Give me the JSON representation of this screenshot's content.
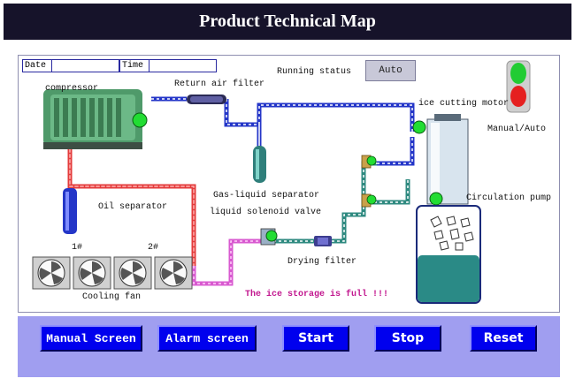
{
  "header": {
    "title": "Product Technical Map"
  },
  "panel": {
    "date_label": "Date",
    "time_label": "Time",
    "running_status_label": "Running status",
    "mode_button": "Auto",
    "manual_auto_label": "Manual/Auto",
    "warning": "The ice storage is full !!!"
  },
  "components": {
    "compressor": "compressor",
    "return_air_filter": "Return air filter",
    "ice_cutting_motor": "ice cutting motor",
    "gas_liquid_separator": "Gas-liquid separator",
    "liquid_solenoid_valve": "liquid solenoid valve",
    "oil_separator": "Oil separator",
    "circulation_pump": "Circulation pump",
    "drying_filter": "Drying filter",
    "cooling_fan": "Cooling fan",
    "fan_1": "1#",
    "fan_2": "2#"
  },
  "footer": {
    "manual_screen": "Manual Screen",
    "alarm_screen": "Alarm screen",
    "start": "Start",
    "stop": "Stop",
    "reset": "Reset"
  },
  "colors": {
    "header_bg": "#16132a",
    "footer_bg": "#a09ef0",
    "button_blue": "#0000ee",
    "pipe_red": "#e33b3b",
    "pipe_blue": "#2436c8",
    "pipe_magenta": "#d85ad0",
    "pipe_teal": "#2f8a80",
    "water": "#2a8a86",
    "indicator_green": "#22dd33",
    "warning": "#c2188f"
  }
}
